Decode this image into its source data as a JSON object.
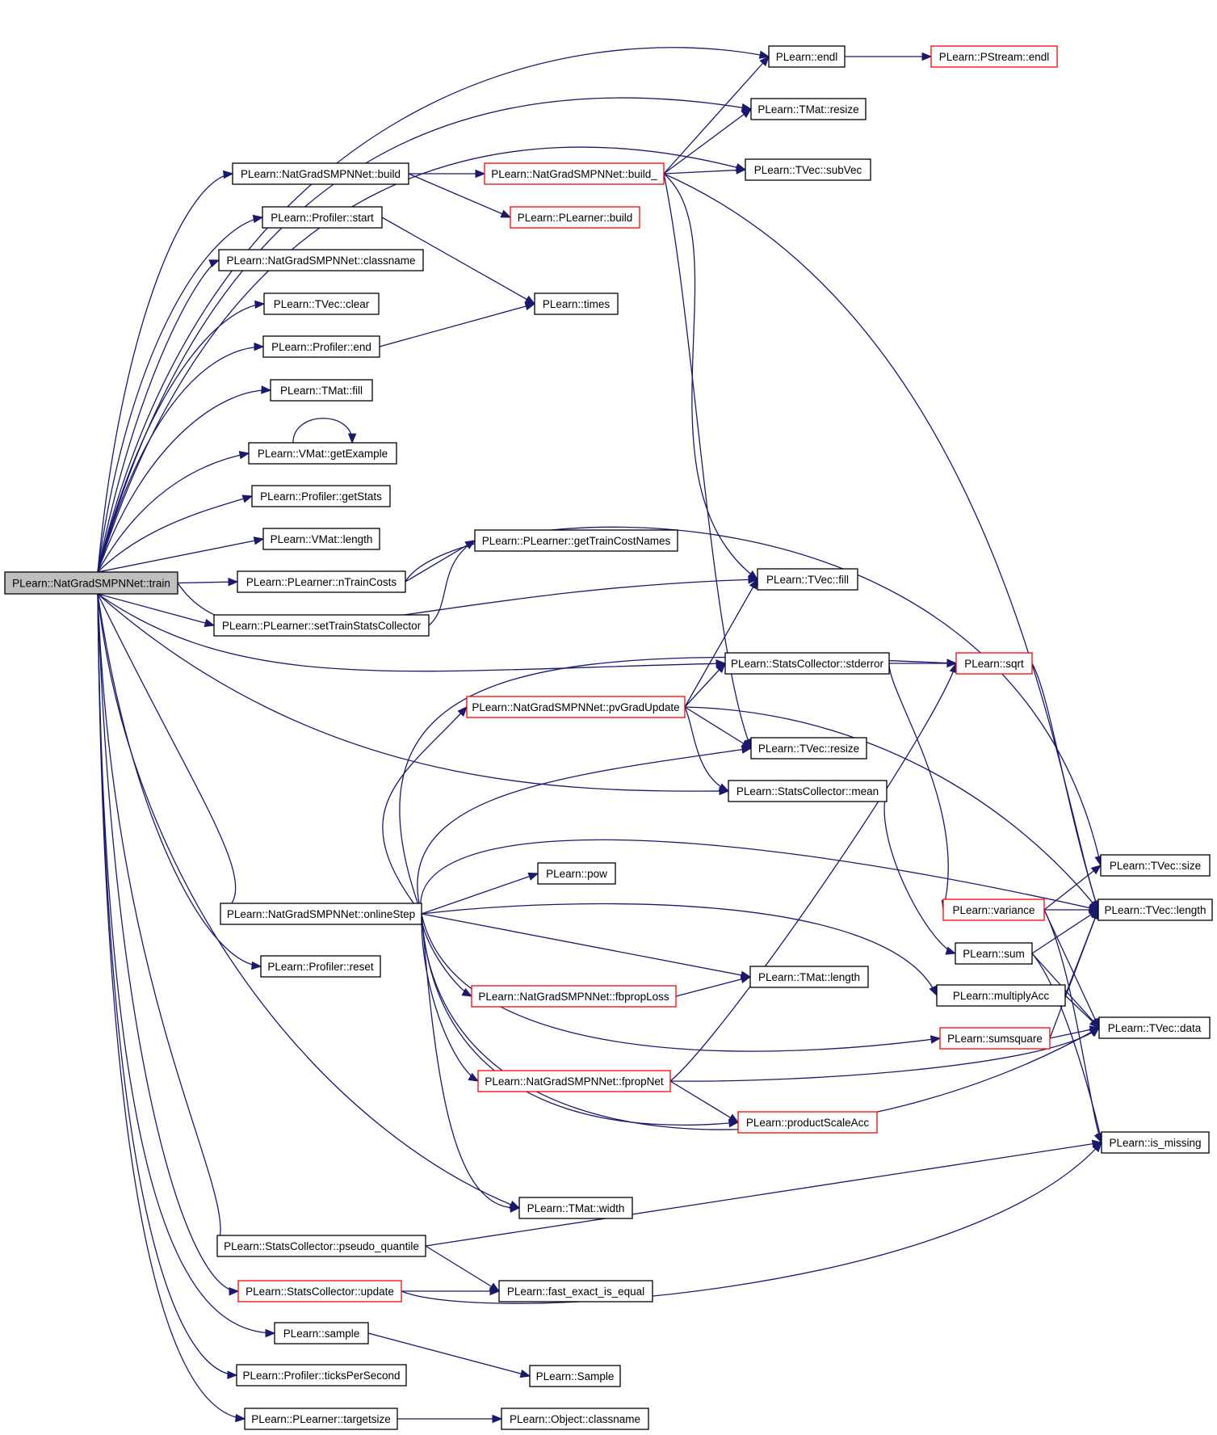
{
  "nodes": {
    "train": {
      "label": "PLearn::NatGradSMPNNet::train",
      "style": "root"
    },
    "endl": {
      "label": "PLearn::endl",
      "style": "black"
    },
    "pstream_endl": {
      "label": "PLearn::PStream::endl",
      "style": "red"
    },
    "tmat_resize": {
      "label": "PLearn::TMat::resize",
      "style": "black"
    },
    "build": {
      "label": "PLearn::NatGradSMPNNet::build",
      "style": "black"
    },
    "build_": {
      "label": "PLearn::NatGradSMPNNet::build_",
      "style": "red"
    },
    "subvec": {
      "label": "PLearn::TVec::subVec",
      "style": "black"
    },
    "plearner_build": {
      "label": "PLearn::PLearner::build",
      "style": "red"
    },
    "prof_start": {
      "label": "PLearn::Profiler::start",
      "style": "black"
    },
    "classname": {
      "label": "PLearn::NatGradSMPNNet::classname",
      "style": "black"
    },
    "tvec_clear": {
      "label": "PLearn::TVec::clear",
      "style": "black"
    },
    "times": {
      "label": "PLearn::times",
      "style": "black"
    },
    "prof_end": {
      "label": "PLearn::Profiler::end",
      "style": "black"
    },
    "tmat_fill": {
      "label": "PLearn::TMat::fill",
      "style": "black"
    },
    "getexample": {
      "label": "PLearn::VMat::getExample",
      "style": "black"
    },
    "getstats": {
      "label": "PLearn::Profiler::getStats",
      "style": "black"
    },
    "vmat_length": {
      "label": "PLearn::VMat::length",
      "style": "black"
    },
    "gettraincostnames": {
      "label": "PLearn::PLearner::getTrainCostNames",
      "style": "black"
    },
    "ntraincosts": {
      "label": "PLearn::PLearner::nTrainCosts",
      "style": "black"
    },
    "tvec_fill": {
      "label": "PLearn::TVec::fill",
      "style": "black"
    },
    "settrainstats": {
      "label": "PLearn::PLearner::setTrainStatsCollector",
      "style": "black"
    },
    "stderror": {
      "label": "PLearn::StatsCollector::stderror",
      "style": "black"
    },
    "sqrt": {
      "label": "PLearn::sqrt",
      "style": "red"
    },
    "pvgradupdate": {
      "label": "PLearn::NatGradSMPNNet::pvGradUpdate",
      "style": "red"
    },
    "tvec_resize": {
      "label": "PLearn::TVec::resize",
      "style": "black"
    },
    "mean": {
      "label": "PLearn::StatsCollector::mean",
      "style": "black"
    },
    "tvec_size": {
      "label": "PLearn::TVec::size",
      "style": "black"
    },
    "pow": {
      "label": "PLearn::pow",
      "style": "black"
    },
    "variance": {
      "label": "PLearn::variance",
      "style": "red"
    },
    "tvec_length": {
      "label": "PLearn::TVec::length",
      "style": "black"
    },
    "onlinestep": {
      "label": "PLearn::NatGradSMPNNet::onlineStep",
      "style": "black"
    },
    "sum": {
      "label": "PLearn::sum",
      "style": "black"
    },
    "prof_reset": {
      "label": "PLearn::Profiler::reset",
      "style": "black"
    },
    "tmat_length": {
      "label": "PLearn::TMat::length",
      "style": "black"
    },
    "multiplyacc": {
      "label": "PLearn::multiplyAcc",
      "style": "black"
    },
    "fbproploss": {
      "label": "PLearn::NatGradSMPNNet::fbpropLoss",
      "style": "red"
    },
    "tvec_data": {
      "label": "PLearn::TVec::data",
      "style": "black"
    },
    "sumsquare": {
      "label": "PLearn::sumsquare",
      "style": "red"
    },
    "fpropnet": {
      "label": "PLearn::NatGradSMPNNet::fpropNet",
      "style": "red"
    },
    "productscaleacc": {
      "label": "PLearn::productScaleAcc",
      "style": "red"
    },
    "is_missing": {
      "label": "PLearn::is_missing",
      "style": "black"
    },
    "tmat_width": {
      "label": "PLearn::TMat::width",
      "style": "black"
    },
    "pseudo_quantile": {
      "label": "PLearn::StatsCollector::pseudo_quantile",
      "style": "black"
    },
    "sc_update": {
      "label": "PLearn::StatsCollector::update",
      "style": "red"
    },
    "fast_exact": {
      "label": "PLearn::fast_exact_is_equal",
      "style": "black"
    },
    "sample": {
      "label": "PLearn::sample",
      "style": "black"
    },
    "Sample": {
      "label": "PLearn::Sample",
      "style": "black"
    },
    "tickspersecond": {
      "label": "PLearn::Profiler::ticksPerSecond",
      "style": "black"
    },
    "targetsize": {
      "label": "PLearn::PLearner::targetsize",
      "style": "black"
    },
    "object_classname": {
      "label": "PLearn::Object::classname",
      "style": "black"
    }
  },
  "edges": [
    [
      "train",
      "endl"
    ],
    [
      "train",
      "tmat_resize"
    ],
    [
      "train",
      "subvec"
    ],
    [
      "train",
      "build"
    ],
    [
      "train",
      "prof_start"
    ],
    [
      "train",
      "classname"
    ],
    [
      "train",
      "tvec_clear"
    ],
    [
      "train",
      "prof_end"
    ],
    [
      "train",
      "tmat_fill"
    ],
    [
      "train",
      "getexample"
    ],
    [
      "train",
      "getstats"
    ],
    [
      "train",
      "vmat_length"
    ],
    [
      "train",
      "ntraincosts"
    ],
    [
      "train",
      "settrainstats"
    ],
    [
      "train",
      "tvec_fill"
    ],
    [
      "train",
      "stderror"
    ],
    [
      "train",
      "mean"
    ],
    [
      "train",
      "onlinestep"
    ],
    [
      "train",
      "prof_reset"
    ],
    [
      "train",
      "tmat_width"
    ],
    [
      "train",
      "pseudo_quantile"
    ],
    [
      "train",
      "sc_update"
    ],
    [
      "train",
      "sample"
    ],
    [
      "train",
      "tickspersecond"
    ],
    [
      "train",
      "targetsize"
    ],
    [
      "endl",
      "pstream_endl"
    ],
    [
      "build",
      "build_"
    ],
    [
      "build",
      "plearner_build"
    ],
    [
      "build_",
      "endl"
    ],
    [
      "build_",
      "tmat_resize"
    ],
    [
      "build_",
      "subvec"
    ],
    [
      "build_",
      "tvec_fill"
    ],
    [
      "build_",
      "tvec_resize"
    ],
    [
      "build_",
      "tvec_length"
    ],
    [
      "prof_start",
      "times"
    ],
    [
      "prof_end",
      "times"
    ],
    [
      "getexample",
      "getexample"
    ],
    [
      "ntraincosts",
      "gettraincostnames"
    ],
    [
      "ntraincosts",
      "tvec_size"
    ],
    [
      "settrainstats",
      "gettraincostnames"
    ],
    [
      "stderror",
      "sqrt"
    ],
    [
      "stderror",
      "variance"
    ],
    [
      "sqrt",
      "tvec_length"
    ],
    [
      "pvgradupdate",
      "tvec_fill"
    ],
    [
      "pvgradupdate",
      "stderror"
    ],
    [
      "pvgradupdate",
      "tvec_resize"
    ],
    [
      "pvgradupdate",
      "mean"
    ],
    [
      "pvgradupdate",
      "tvec_length"
    ],
    [
      "mean",
      "sum"
    ],
    [
      "variance",
      "tvec_size"
    ],
    [
      "variance",
      "tvec_length"
    ],
    [
      "variance",
      "tvec_data"
    ],
    [
      "variance",
      "is_missing"
    ],
    [
      "sum",
      "tvec_length"
    ],
    [
      "sum",
      "tvec_data"
    ],
    [
      "sum",
      "is_missing"
    ],
    [
      "multiplyacc",
      "tvec_length"
    ],
    [
      "multiplyacc",
      "tvec_data"
    ],
    [
      "sumsquare",
      "tvec_length"
    ],
    [
      "sumsquare",
      "tvec_data"
    ],
    [
      "onlinestep",
      "sqrt"
    ],
    [
      "onlinestep",
      "pvgradupdate"
    ],
    [
      "onlinestep",
      "tvec_resize"
    ],
    [
      "onlinestep",
      "tvec_length"
    ],
    [
      "onlinestep",
      "pow"
    ],
    [
      "onlinestep",
      "tmat_length"
    ],
    [
      "onlinestep",
      "multiplyacc"
    ],
    [
      "onlinestep",
      "fbproploss"
    ],
    [
      "onlinestep",
      "sumsquare"
    ],
    [
      "onlinestep",
      "fpropnet"
    ],
    [
      "onlinestep",
      "productscaleacc"
    ],
    [
      "onlinestep",
      "tvec_data"
    ],
    [
      "onlinestep",
      "tmat_width"
    ],
    [
      "fbproploss",
      "tmat_length"
    ],
    [
      "fpropnet",
      "sqrt"
    ],
    [
      "fpropnet",
      "tvec_data"
    ],
    [
      "fpropnet",
      "productscaleacc"
    ],
    [
      "pseudo_quantile",
      "is_missing"
    ],
    [
      "pseudo_quantile",
      "fast_exact"
    ],
    [
      "sc_update",
      "fast_exact"
    ],
    [
      "sc_update",
      "is_missing"
    ],
    [
      "sample",
      "Sample"
    ],
    [
      "targetsize",
      "object_classname"
    ]
  ]
}
